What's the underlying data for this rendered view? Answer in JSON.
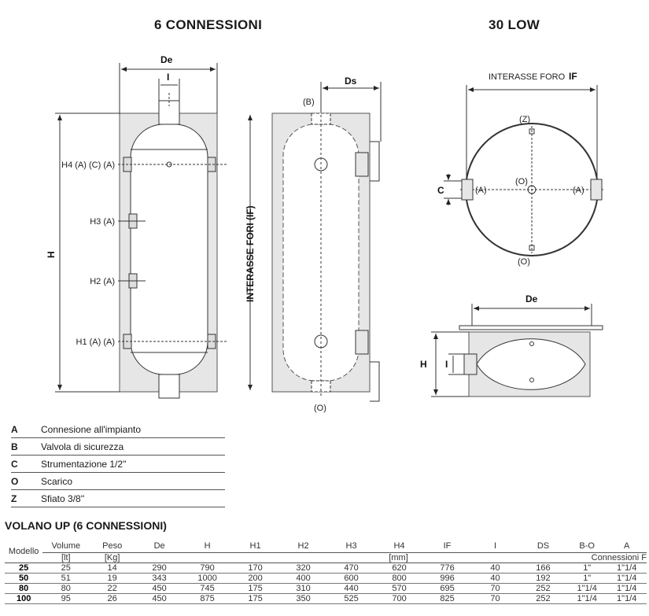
{
  "headers": {
    "left": "6 CONNESSIONI",
    "right": "30 LOW"
  },
  "drawing_labels": {
    "de": "De",
    "i": "I",
    "h": "H",
    "ds": "Ds",
    "c": "C",
    "h4": "H4 (A) (C) (A)",
    "h3": "H3 (A)",
    "h2": "H2 (A)",
    "h1": "H1 (A) (A)",
    "interasse_fori": "INTERASSE FORI (IF)",
    "b": "(B)",
    "o": "(O)",
    "z": "(Z)",
    "a": "(A)",
    "interasse_foro": "INTERASSE FORO",
    "if": "IF"
  },
  "legend": [
    {
      "key": "A",
      "text": "Connesione all'impianto"
    },
    {
      "key": "B",
      "text": "Valvola di sicurezza"
    },
    {
      "key": "C",
      "text": "Strumentazione 1/2\""
    },
    {
      "key": "O",
      "text": "Scarico"
    },
    {
      "key": "Z",
      "text": "Sfiato 3/8''"
    }
  ],
  "table": {
    "title": "VOLANO UP (6 CONNESSIONI)",
    "columns": [
      "Modello",
      "Volume",
      "Peso",
      "De",
      "H",
      "H1",
      "H2",
      "H3",
      "H4",
      "IF",
      "I",
      "DS",
      "B-O",
      "A"
    ],
    "units": {
      "volume": "[lt]",
      "peso": "[Kg]",
      "mm": "[mm]",
      "connessioni": "Connessioni F"
    },
    "rows": [
      [
        "25",
        "25",
        "14",
        "290",
        "790",
        "170",
        "320",
        "470",
        "620",
        "776",
        "40",
        "166",
        "1\"",
        "1\"1/4"
      ],
      [
        "50",
        "51",
        "19",
        "343",
        "1000",
        "200",
        "400",
        "600",
        "800",
        "996",
        "40",
        "192",
        "1\"",
        "1\"1/4"
      ],
      [
        "80",
        "80",
        "22",
        "450",
        "745",
        "175",
        "310",
        "440",
        "570",
        "695",
        "70",
        "252",
        "1\"1/4",
        "1\"1/4"
      ],
      [
        "100",
        "95",
        "26",
        "450",
        "875",
        "175",
        "350",
        "525",
        "700",
        "825",
        "70",
        "252",
        "1\"1/4",
        "1\"1/4"
      ]
    ]
  }
}
